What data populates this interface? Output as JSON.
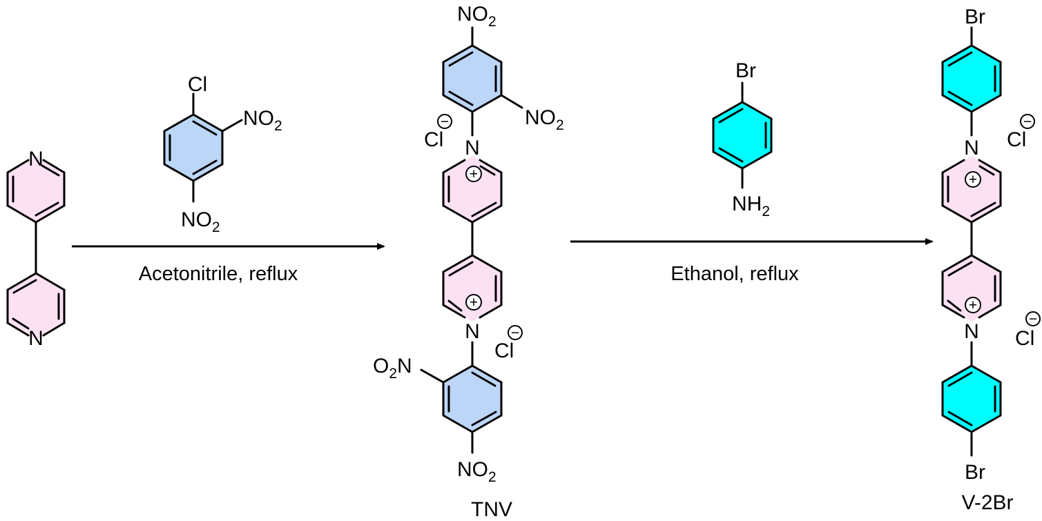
{
  "colors": {
    "pyridinium_fill": "#fce1f3",
    "dinitrophenyl_fill": "#bcd6f7",
    "bromophenyl_fill": "#00fdfd",
    "line": "#000000"
  },
  "reagent_1": {
    "substituent_top": "Cl",
    "substituent_right": {
      "text": "NO",
      "sub": "2"
    },
    "substituent_bottom": {
      "text": "NO",
      "sub": "2"
    }
  },
  "reagent_2": {
    "substituent_top": "Br",
    "substituent_bottom": {
      "text": "NH",
      "sub": "2"
    }
  },
  "steps": [
    {
      "condition": "Acetonitrile, reflux"
    },
    {
      "condition": "Ethanol, reflux"
    }
  ],
  "starting_material": {
    "atom_labels": [
      "N",
      "N"
    ]
  },
  "intermediate": {
    "name": "TNV",
    "nitro_top": {
      "text": "NO",
      "sub": "2"
    },
    "nitro_ortho_top": {
      "text": "NO",
      "sub": "2"
    },
    "nitro_ortho_bottom": {
      "pre": "O",
      "sub": "2",
      "post": "N"
    },
    "nitro_bottom": {
      "text": "NO",
      "sub": "2"
    },
    "counterion": "Cl",
    "nitrogen": "N",
    "cation_symbol": "+",
    "anion_symbol": "−"
  },
  "product": {
    "name": "V-2Br",
    "halogen": "Br",
    "counterion": "Cl",
    "nitrogen": "N",
    "cation_symbol": "+",
    "anion_symbol": "−"
  }
}
